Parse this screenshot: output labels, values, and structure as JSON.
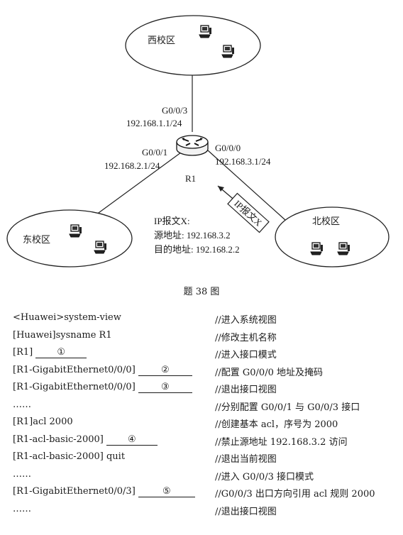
{
  "diagram": {
    "west_campus": "西校区",
    "east_campus": "东校区",
    "north_campus": "北校区",
    "router_name": "R1",
    "if_g003": "G0/0/3",
    "ip_g003": "192.168.1.1/24",
    "if_g001": "G0/0/1",
    "ip_g001": "192.168.2.1/24",
    "if_g000": "G0/0/0",
    "ip_g000": "192.168.3.1/24",
    "packet_tag": "IP报文X",
    "packet_title": "IP报文X:",
    "packet_src": "源地址: 192.168.3.2",
    "packet_dst": "目的地址: 192.168.2.2",
    "caption": "题 38 图"
  },
  "commands": [
    {
      "cmd": "<Huawei>system-view",
      "blank": "",
      "comment": "//进入系统视图"
    },
    {
      "cmd": "[Huawei]sysname R1",
      "blank": "",
      "comment": "//修改主机名称"
    },
    {
      "cmd": "[R1]",
      "blank": "①",
      "comment": "//进入接口模式"
    },
    {
      "cmd": "[R1-GigabitEthernet0/0/0]",
      "blank": "②",
      "comment": "//配置 G0/0/0 地址及掩码"
    },
    {
      "cmd": "[R1-GigabitEthernet0/0/0]",
      "blank": "③",
      "comment": "//退出接口视图"
    },
    {
      "cmd": "……",
      "blank": "",
      "comment": "//分别配置 G0/0/1 与 G0/0/3 接口"
    },
    {
      "cmd": "[R1]acl 2000",
      "blank": "",
      "comment": "//创建基本 acl，序号为 2000"
    },
    {
      "cmd": "[R1-acl-basic-2000]",
      "blank": "④",
      "comment": "//禁止源地址 192.168.3.2 访问"
    },
    {
      "cmd": "[R1-acl-basic-2000] quit",
      "blank": "",
      "comment": "//退出当前视图"
    },
    {
      "cmd": "……",
      "blank": "",
      "comment": "//进入 G0/0/3 接口模式"
    },
    {
      "cmd": "[R1-GigabitEthernet0/0/3]",
      "blank": "⑤",
      "comment": "//G0/0/3 出口方向引用 acl 规则 2000"
    },
    {
      "cmd": "……",
      "blank": "",
      "comment": "//退出接口视图"
    }
  ]
}
